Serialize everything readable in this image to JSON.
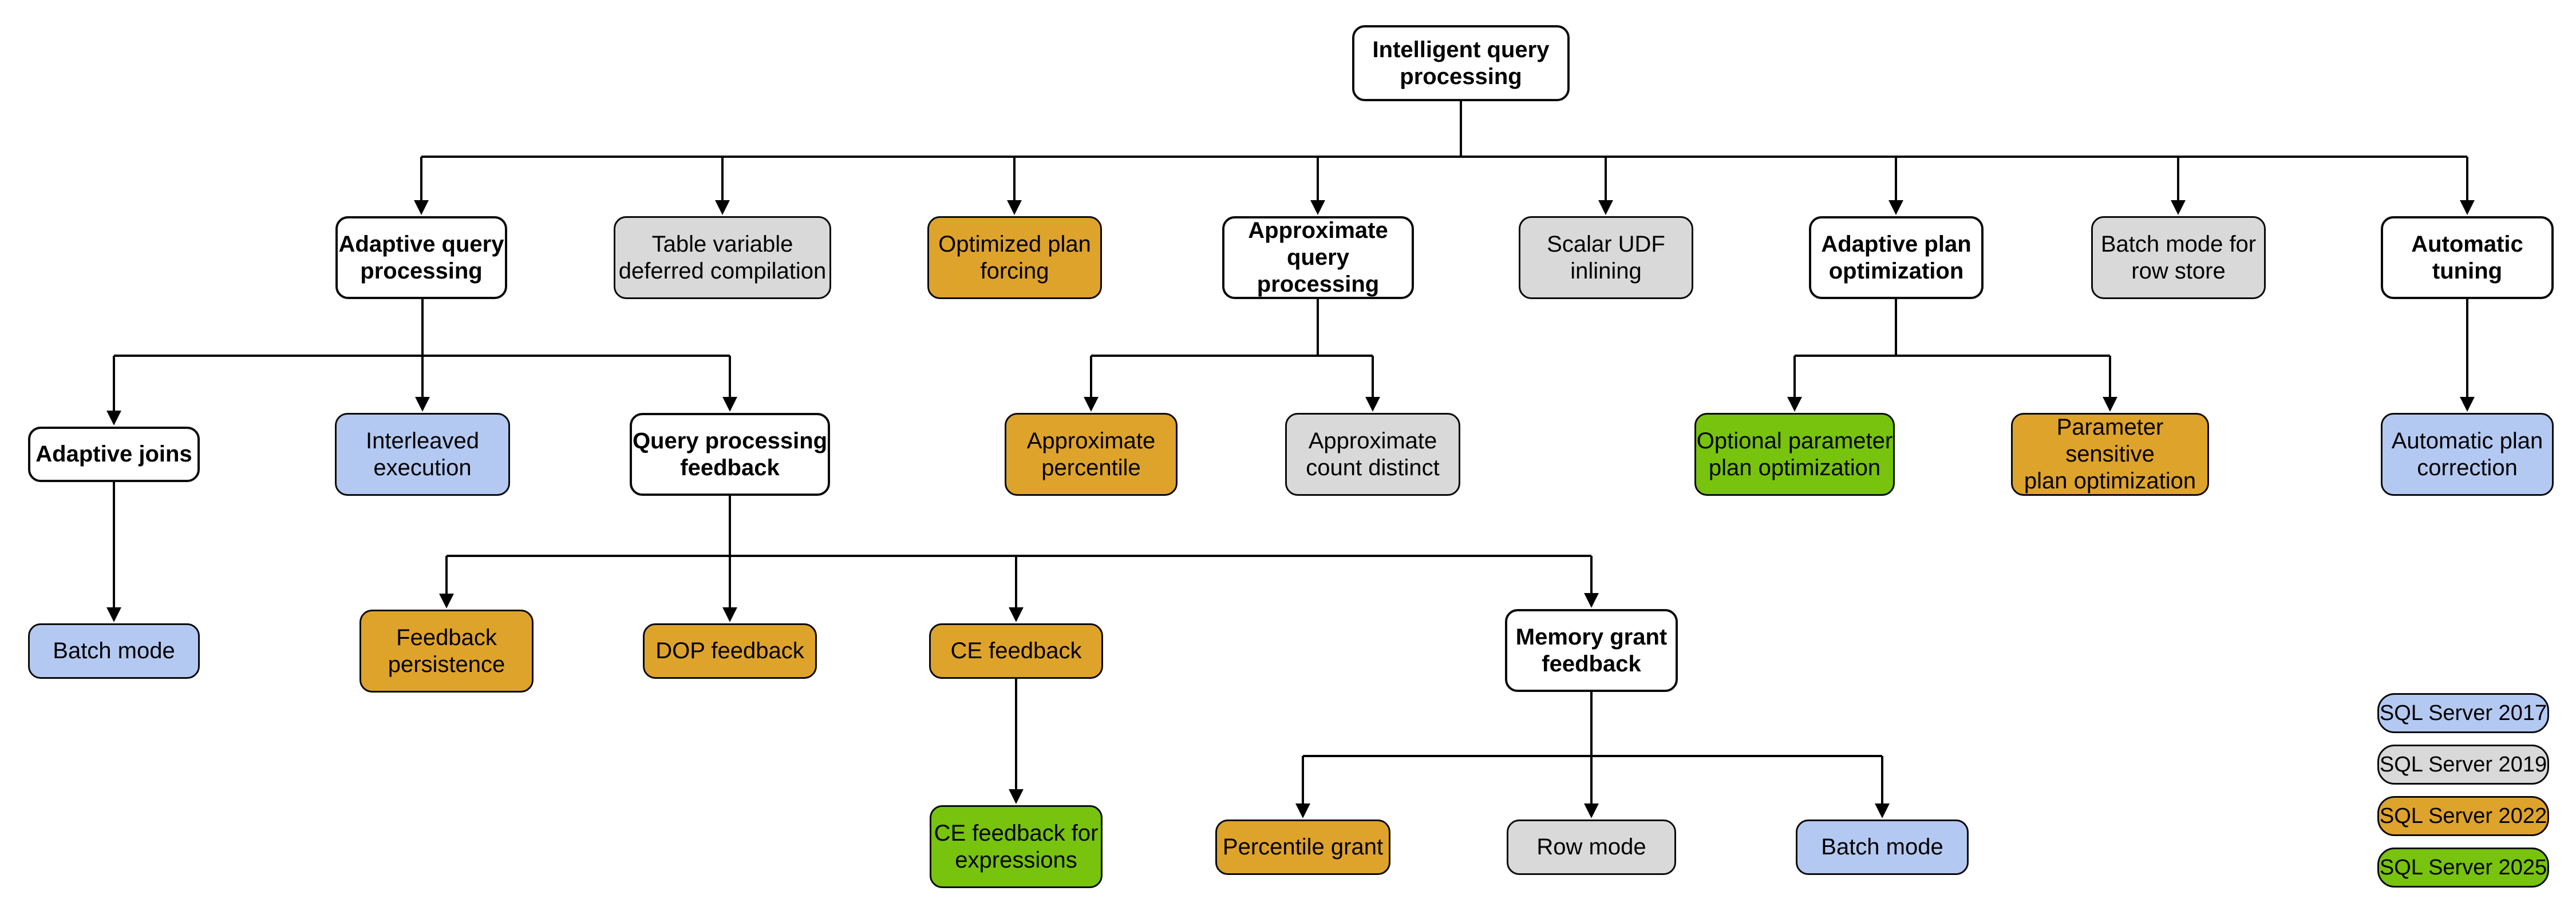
{
  "diagram": {
    "root_title": "Intelligent query processing",
    "nodes": [
      {
        "id": "intelligent-query-processing",
        "label": "Intelligent query\nprocessing",
        "version": "base"
      },
      {
        "id": "adaptive-query-processing",
        "label": "Adaptive query\nprocessing",
        "version": "base"
      },
      {
        "id": "table-variable-deferred-compilation",
        "label": "Table variable\ndeferred compilation",
        "version": "2019"
      },
      {
        "id": "optimized-plan-forcing",
        "label": "Optimized plan\nforcing",
        "version": "2022"
      },
      {
        "id": "approximate-query-processing",
        "label": "Approximate\nquery processing",
        "version": "base"
      },
      {
        "id": "scalar-udf-inlining",
        "label": "Scalar UDF\ninlining",
        "version": "2019"
      },
      {
        "id": "adaptive-plan-optimization",
        "label": "Adaptive plan\noptimization",
        "version": "base"
      },
      {
        "id": "batch-mode-for-row-store",
        "label": "Batch mode for\nrow store",
        "version": "2019"
      },
      {
        "id": "automatic-tuning",
        "label": "Automatic\ntuning",
        "version": "base"
      },
      {
        "id": "adaptive-joins",
        "label": "Adaptive joins",
        "version": "base"
      },
      {
        "id": "interleaved-execution",
        "label": "Interleaved\nexecution",
        "version": "2017"
      },
      {
        "id": "query-processing-feedback",
        "label": "Query processing\nfeedback",
        "version": "base"
      },
      {
        "id": "approximate-percentile",
        "label": "Approximate\npercentile",
        "version": "2022"
      },
      {
        "id": "approximate-count-distinct",
        "label": "Approximate\ncount distinct",
        "version": "2019"
      },
      {
        "id": "optional-parameter-plan-optimization",
        "label": "Optional parameter\nplan optimization",
        "version": "2025"
      },
      {
        "id": "parameter-sensitive-plan-optimization",
        "label": "Parameter sensitive\nplan optimization",
        "version": "2022"
      },
      {
        "id": "automatic-plan-correction",
        "label": "Automatic plan\ncorrection",
        "version": "2017"
      },
      {
        "id": "batch-mode-adaptive-joins",
        "label": "Batch mode",
        "version": "2017"
      },
      {
        "id": "feedback-persistence",
        "label": "Feedback\npersistence",
        "version": "2022"
      },
      {
        "id": "dop-feedback",
        "label": "DOP feedback",
        "version": "2022"
      },
      {
        "id": "ce-feedback",
        "label": "CE feedback",
        "version": "2022"
      },
      {
        "id": "memory-grant-feedback",
        "label": "Memory grant\nfeedback",
        "version": "base"
      },
      {
        "id": "ce-feedback-for-expressions",
        "label": "CE feedback for\nexpressions",
        "version": "2025"
      },
      {
        "id": "percentile-grant",
        "label": "Percentile grant",
        "version": "2022"
      },
      {
        "id": "row-mode",
        "label": "Row mode",
        "version": "2019"
      },
      {
        "id": "batch-mode-memory-grant",
        "label": "Batch mode",
        "version": "2017"
      }
    ],
    "edges": [
      [
        "intelligent-query-processing",
        "adaptive-query-processing"
      ],
      [
        "intelligent-query-processing",
        "table-variable-deferred-compilation"
      ],
      [
        "intelligent-query-processing",
        "optimized-plan-forcing"
      ],
      [
        "intelligent-query-processing",
        "approximate-query-processing"
      ],
      [
        "intelligent-query-processing",
        "scalar-udf-inlining"
      ],
      [
        "intelligent-query-processing",
        "adaptive-plan-optimization"
      ],
      [
        "intelligent-query-processing",
        "batch-mode-for-row-store"
      ],
      [
        "intelligent-query-processing",
        "automatic-tuning"
      ],
      [
        "adaptive-query-processing",
        "adaptive-joins"
      ],
      [
        "adaptive-query-processing",
        "interleaved-execution"
      ],
      [
        "adaptive-query-processing",
        "query-processing-feedback"
      ],
      [
        "approximate-query-processing",
        "approximate-percentile"
      ],
      [
        "approximate-query-processing",
        "approximate-count-distinct"
      ],
      [
        "adaptive-plan-optimization",
        "optional-parameter-plan-optimization"
      ],
      [
        "adaptive-plan-optimization",
        "parameter-sensitive-plan-optimization"
      ],
      [
        "automatic-tuning",
        "automatic-plan-correction"
      ],
      [
        "adaptive-joins",
        "batch-mode-adaptive-joins"
      ],
      [
        "query-processing-feedback",
        "feedback-persistence"
      ],
      [
        "query-processing-feedback",
        "dop-feedback"
      ],
      [
        "query-processing-feedback",
        "ce-feedback"
      ],
      [
        "query-processing-feedback",
        "memory-grant-feedback"
      ],
      [
        "ce-feedback",
        "ce-feedback-for-expressions"
      ],
      [
        "memory-grant-feedback",
        "percentile-grant"
      ],
      [
        "memory-grant-feedback",
        "row-mode"
      ],
      [
        "memory-grant-feedback",
        "batch-mode-memory-grant"
      ]
    ],
    "legend": [
      {
        "label": "SQL Server 2017",
        "color": "#b4c9f2"
      },
      {
        "label": "SQL Server 2019",
        "color": "#d9d9d9"
      },
      {
        "label": "SQL Server 2022",
        "color": "#dea32a"
      },
      {
        "label": "SQL Server 2025",
        "color": "#77c30d"
      }
    ],
    "colors": {
      "sql_server_2017": "#b4c9f2",
      "sql_server_2019": "#d9d9d9",
      "sql_server_2022": "#dea32a",
      "sql_server_2025": "#77c30d",
      "unversioned_node": "#ffffff",
      "connector_line": "#000000"
    }
  }
}
